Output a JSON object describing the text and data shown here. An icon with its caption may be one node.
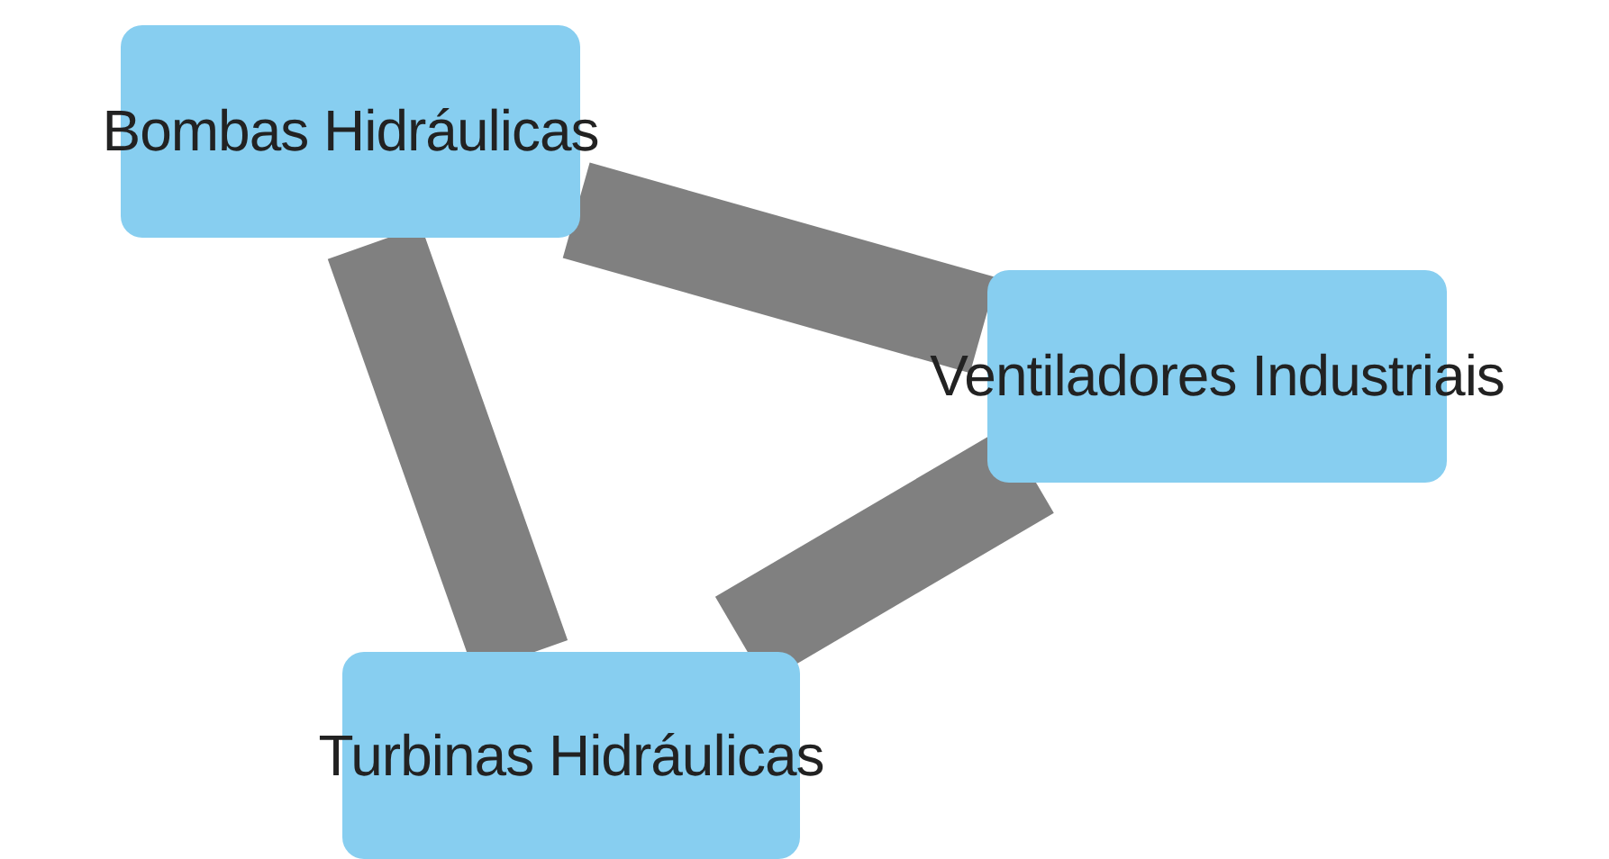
{
  "diagram": {
    "nodes": [
      {
        "text": [
          "Bombas Hidráulicas"
        ]
      },
      {
        "text": [
          "Ventiladores Industriais"
        ]
      },
      {
        "text": [
          "Turbinas Hidráulicas"
        ]
      }
    ],
    "edges": [
      {
        "from": 0,
        "to": 1,
        "arrow": "none"
      },
      {
        "from": 0,
        "to": 2,
        "arrow": "none"
      },
      {
        "from": 1,
        "to": 2,
        "arrow": "none"
      }
    ]
  }
}
